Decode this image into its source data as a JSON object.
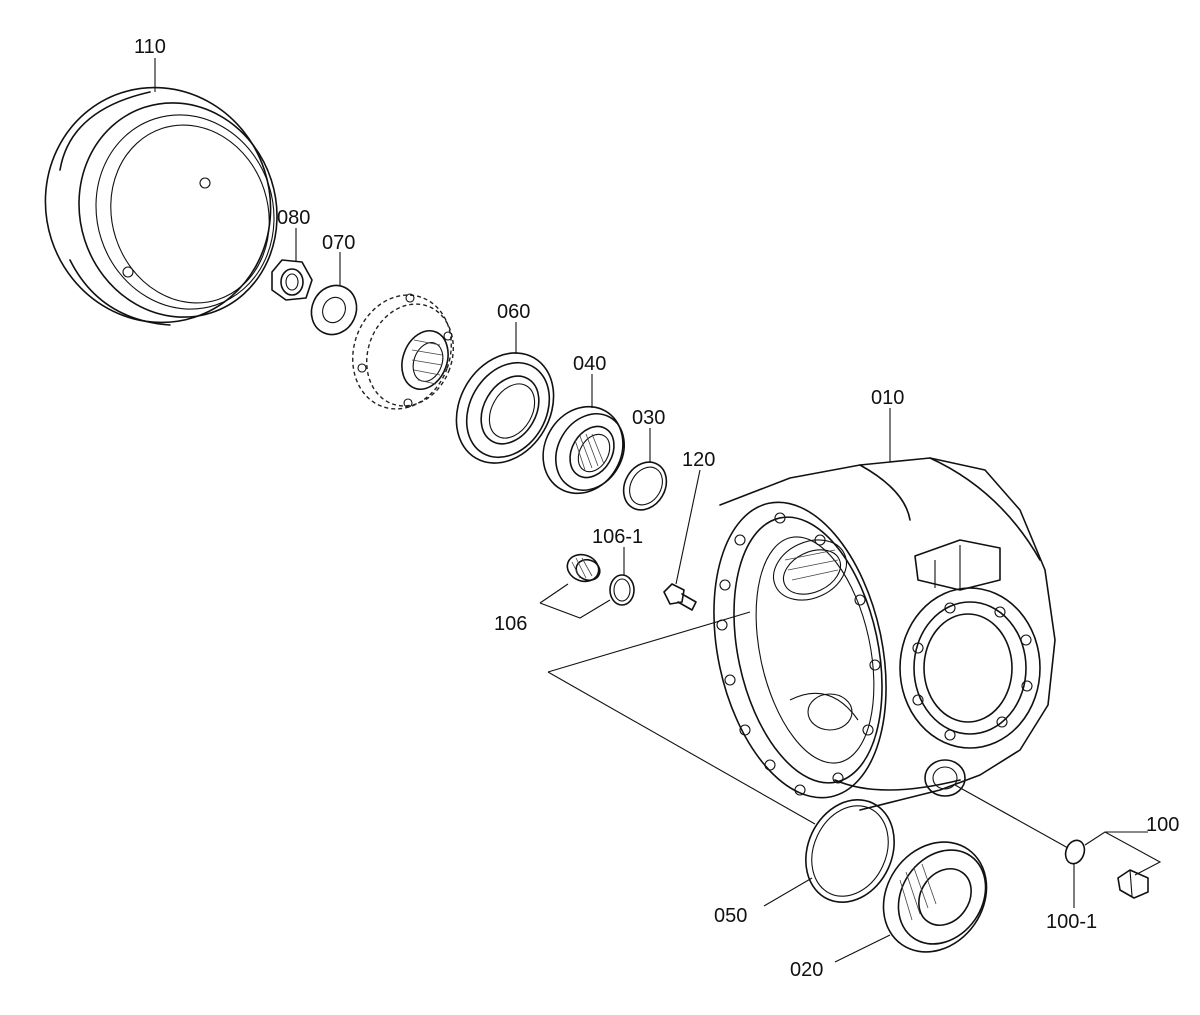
{
  "diagram": {
    "type": "exploded-parts-view",
    "labels": {
      "p110": "110",
      "p080": "080",
      "p070": "070",
      "p060": "060",
      "p040": "040",
      "p030": "030",
      "p010": "010",
      "p120": "120",
      "p106_1": "106-1",
      "p106": "106",
      "p100": "100",
      "p100_1": "100-1",
      "p050": "050",
      "p020": "020"
    }
  }
}
